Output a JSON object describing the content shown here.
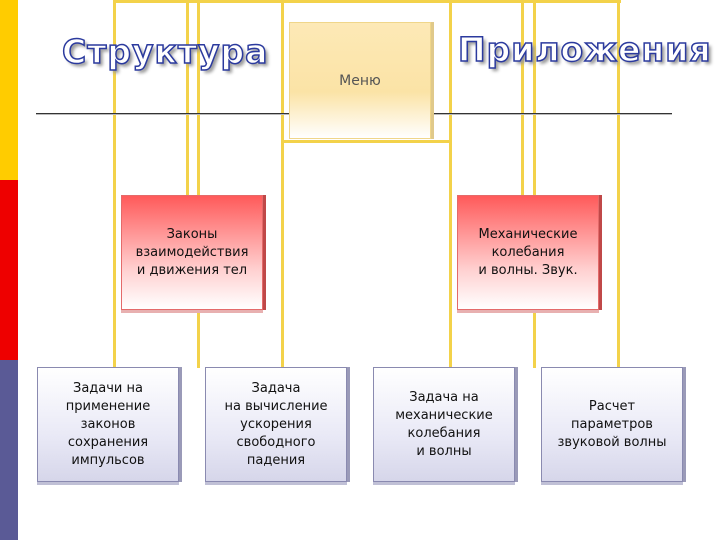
{
  "stripes": [
    {
      "color": "#ffcc00"
    },
    {
      "color": "#ee0000"
    },
    {
      "color": "#5a5a96"
    }
  ],
  "titles": {
    "left": "Структура",
    "right": "Приложения"
  },
  "menu_box": {
    "label": "Меню"
  },
  "section_boxes": [
    {
      "label": "Законы\nвзаимодействия\nи движения тел"
    },
    {
      "label": "Механические\nколебания\nи волны. Звук."
    }
  ],
  "task_boxes": [
    {
      "label": "Задачи на\nприменение\nзаконов\nсохранения\nимпульсов"
    },
    {
      "label": "Задача\nна вычисление\nускорения\nсвободного\nпадения"
    },
    {
      "label": "Задача на\nмеханические\nколебания\nи волны"
    },
    {
      "label": "Расчет\nпараметров\nзвуковой волны"
    }
  ],
  "colors": {
    "connector": "#f3d24a",
    "menu": "#fbe3a6",
    "section": "#ff5a5a",
    "task": "#e9e9f6",
    "title_outline": "#2b3a9e"
  }
}
